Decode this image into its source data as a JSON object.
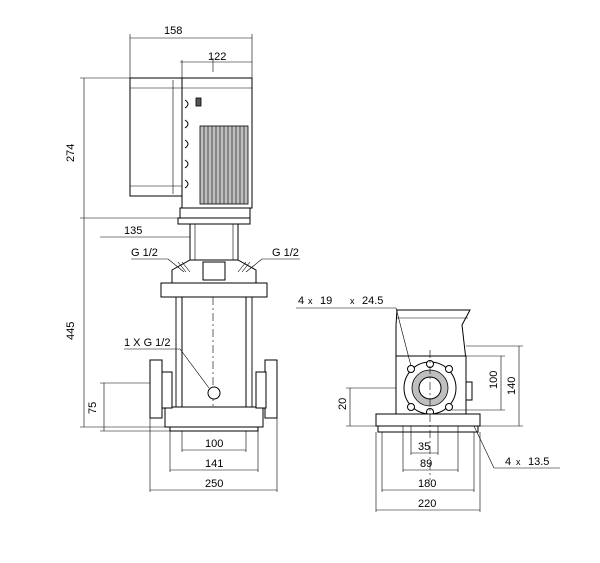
{
  "drawing": {
    "side_view": {
      "dim_top_158": "158",
      "dim_top_122": "122",
      "dim_left_274": "274",
      "dim_left_445": "445",
      "dim_left_135": "135",
      "dim_left_75": "75",
      "label_g_left": "G 1/2",
      "label_g_right": "G 1/2",
      "label_drain": "1 X G 1/2",
      "dim_bottom_100": "100",
      "dim_bottom_141": "141",
      "dim_bottom_250": "250"
    },
    "flange_view": {
      "label_holes_top_a": "4",
      "label_holes_top_x": "x",
      "label_holes_top_b": "19",
      "label_holes_top_x2": "x",
      "label_holes_top_c": "24.5",
      "dim_right_100": "100",
      "dim_right_140": "140",
      "dim_left_20": "20",
      "dim_bottom_35": "35",
      "dim_bottom_89": "89",
      "dim_bottom_180": "180",
      "dim_bottom_220": "220",
      "label_holes_base_a": "4",
      "label_holes_base_x": "x",
      "label_holes_base_b": "13.5"
    }
  }
}
